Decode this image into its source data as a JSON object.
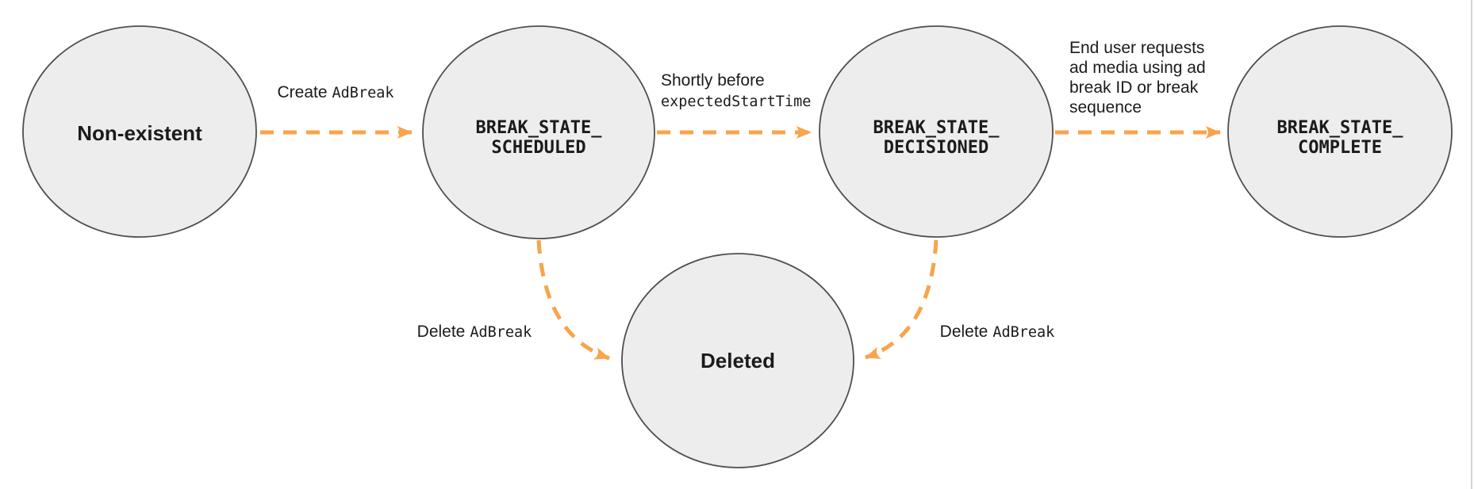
{
  "colors": {
    "arrow_orange": "#F7A44C",
    "node_fill": "#EDEDED",
    "node_stroke": "#4F4F4F",
    "label_text": "#1B1B1B",
    "page_edge": "#C6C6C6"
  },
  "nodes": {
    "non_existent": {
      "label": "Non-existent"
    },
    "scheduled": {
      "line1": "BREAK_STATE_",
      "line2": "SCHEDULED"
    },
    "decisioned": {
      "line1": "BREAK_STATE_",
      "line2": "DECISIONED"
    },
    "complete": {
      "line1": "BREAK_STATE_",
      "line2": "COMPLETE"
    },
    "deleted": {
      "label": "Deleted"
    }
  },
  "edges": {
    "create_adbreak": {
      "plain": "Create",
      "code": "AdBreak"
    },
    "shortly_before": {
      "plain": "Shortly before",
      "code": "expectedStartTime"
    },
    "end_user_request": {
      "line1": "End user requests",
      "line2": "ad media using ad",
      "line3": "break ID or break",
      "line4": "sequence"
    },
    "delete_adbreak_left": {
      "plain": "Delete",
      "code": "AdBreak"
    },
    "delete_adbreak_right": {
      "plain": "Delete",
      "code": "AdBreak"
    }
  }
}
